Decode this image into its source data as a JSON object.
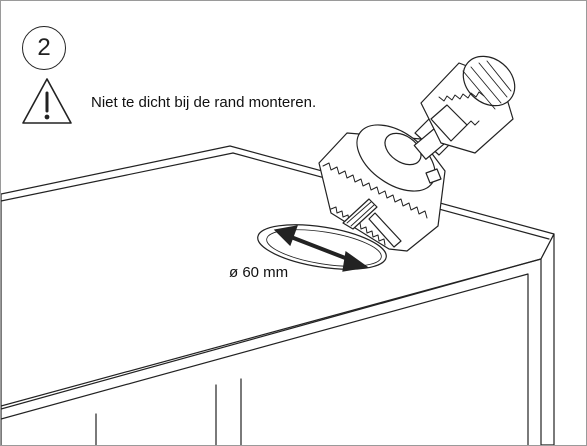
{
  "step": {
    "number": "2"
  },
  "warning": {
    "text": "Niet te dicht bij de rand monteren.",
    "icon": "warning-triangle-icon"
  },
  "dimension": {
    "label": "ø 60 mm"
  },
  "colors": {
    "line": "#222222",
    "fill": "#ffffff",
    "frame": "#9a9a9a"
  }
}
